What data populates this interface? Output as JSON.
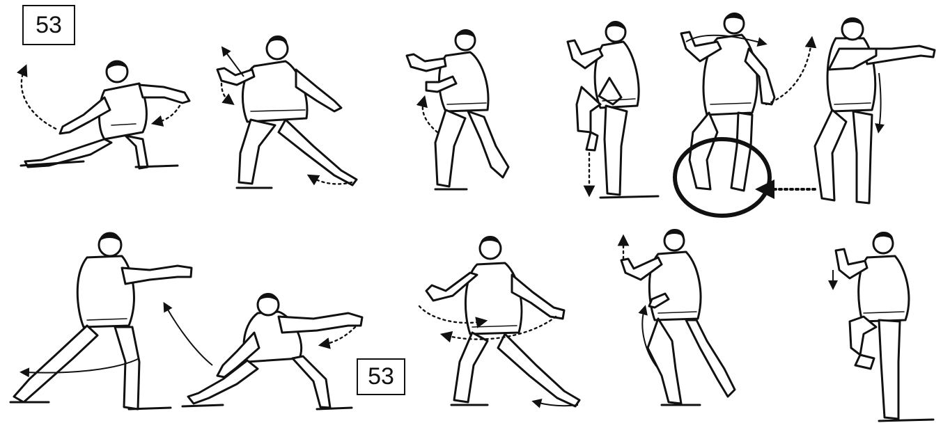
{
  "figure": {
    "labels": {
      "top_box": "53",
      "bottom_box": "53"
    },
    "rows": [
      {
        "name": "top-row",
        "poses": 6
      },
      {
        "name": "bottom-row",
        "poses": 5
      }
    ],
    "highlight": "circle-around-feet"
  }
}
